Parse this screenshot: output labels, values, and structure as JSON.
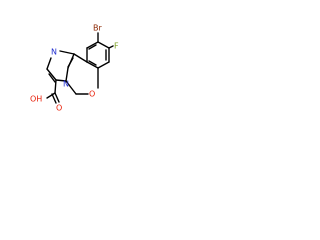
{
  "molecule": {
    "atoms": {
      "br": "Br",
      "f": "F",
      "n_imidazole": "N",
      "n_ring": "N",
      "o_ether": "O",
      "oh": "OH",
      "o_carbonyl": "O"
    },
    "colors": {
      "bond": "#000000",
      "carbon_label": "#000000",
      "bromine": "#8b2500",
      "fluorine": "#7ca020",
      "nitrogen": "#1f2ccf",
      "oxygen": "#e8200a"
    }
  }
}
